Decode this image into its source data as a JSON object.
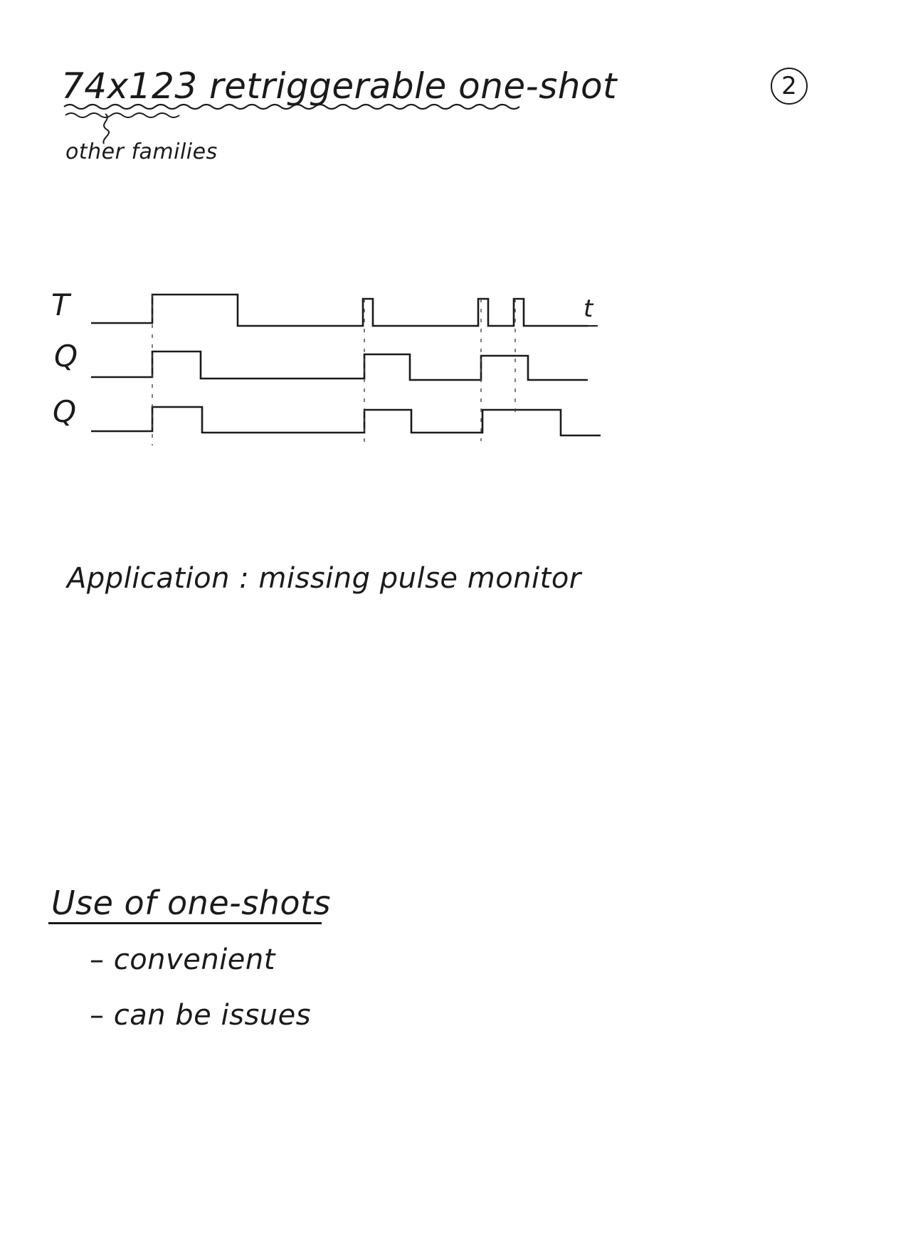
{
  "title": "74x123 retriggerable one-shot",
  "page_number": "2",
  "note": "other families",
  "timing": {
    "signals": [
      {
        "label": "T"
      },
      {
        "label": "Q"
      },
      {
        "label": "Q"
      }
    ],
    "time_label": "t"
  },
  "application": "Application : missing pulse monitor",
  "uses": {
    "heading": "Use of one-shots",
    "items": [
      "– convenient",
      "– can be issues"
    ]
  }
}
